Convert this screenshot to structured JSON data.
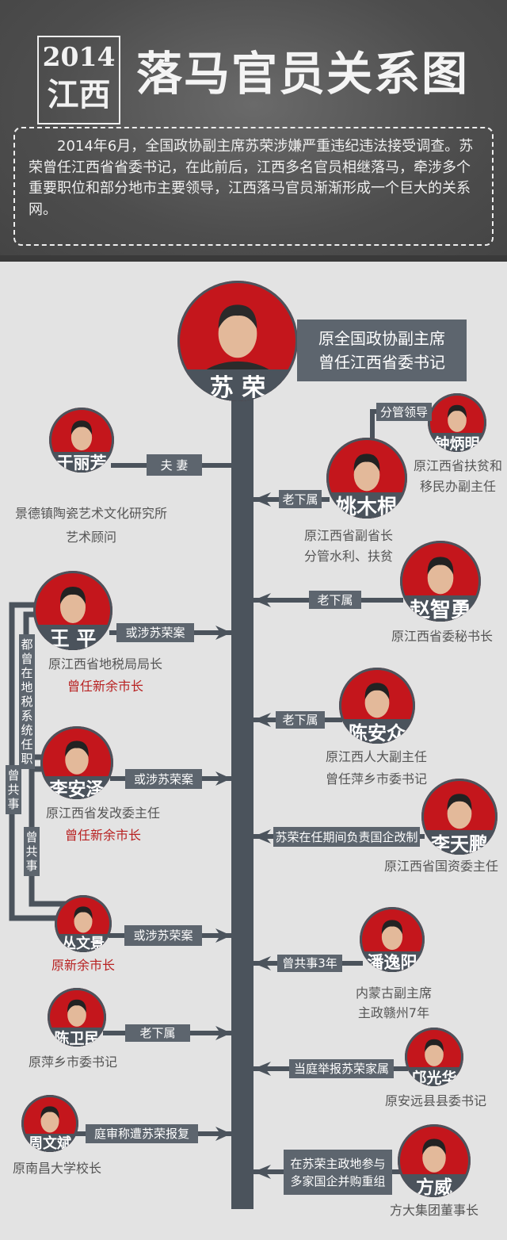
{
  "header": {
    "year": "2014",
    "province": "江西",
    "title": "落马官员关系图",
    "intro": "2014年6月，全国政协副主席苏荣涉嫌严重违纪违法接受调查。苏荣曾任江西省省委书记，在此前后，江西多名官员相继落马，牵涉多个重要职位和部分地市主要领导，江西落马官员渐渐形成一个巨大的关系网。"
  },
  "center": {
    "name": "苏 荣",
    "titles": [
      "原全国政协副主席",
      "曾任江西省委书记"
    ]
  },
  "people": [
    {
      "id": "yu-lifang",
      "name": "于丽芳",
      "link": "夫 妻",
      "captions": [
        "景德镇陶瓷艺术文化研究所",
        "艺术顾问"
      ]
    },
    {
      "id": "zhong-bingming",
      "name": "钟炳明",
      "link": "分管领导",
      "captions": [
        "原江西省扶贫和",
        "移民办副主任"
      ]
    },
    {
      "id": "yao-mugen",
      "name": "姚木根",
      "link": "老下属",
      "captions": [
        "原江西省副省长",
        "分管水利、扶贫"
      ]
    },
    {
      "id": "zhao-zhiyong",
      "name": "赵智勇",
      "link": "老下属",
      "captions": [
        "原江西省委秘书长"
      ]
    },
    {
      "id": "wang-ping",
      "name": "王 平",
      "link": "或涉苏荣案",
      "captions": [
        "原江西省地税局局长"
      ],
      "red_captions": [
        "曾任新余市长"
      ]
    },
    {
      "id": "chen-anzhong",
      "name": "陈安众",
      "link": "老下属",
      "captions": [
        "原江西人大副主任",
        "曾任萍乡市委书记"
      ]
    },
    {
      "id": "li-anze",
      "name": "李安泽",
      "link": "或涉苏荣案",
      "captions": [
        "原江西省发改委主任"
      ],
      "red_captions": [
        "曾任新余市长"
      ]
    },
    {
      "id": "li-tianpeng",
      "name": "李天鹏",
      "link": "苏荣在任期间负责国企改制",
      "captions": [
        "原江西省国资委主任"
      ]
    },
    {
      "id": "cong-wenjing",
      "name": "丛文景",
      "link": "或涉苏荣案",
      "captions": [],
      "red_captions": [
        "原新余市长"
      ]
    },
    {
      "id": "pan-yiyang",
      "name": "潘逸阳",
      "link": "曾共事3年",
      "captions": [
        "内蒙古副主席",
        "主政赣州7年"
      ]
    },
    {
      "id": "chen-weimin",
      "name": "陈卫民",
      "link": "老下属",
      "captions": [
        "原萍乡市委书记"
      ]
    },
    {
      "id": "kuang-guanghua",
      "name": "邝光华",
      "link": "当庭举报苏荣家属",
      "captions": [
        "原安远县县委书记"
      ]
    },
    {
      "id": "zhou-wenbin",
      "name": "周文斌",
      "link": "庭审称遭苏荣报复",
      "captions": [
        "原南昌大学校长"
      ]
    },
    {
      "id": "fang-wei",
      "name": "方威",
      "link": "在苏荣主政地参与\n多家国企并购重组",
      "captions": [
        "方大集团董事长"
      ]
    }
  ],
  "side_links": {
    "tax_system": "都曾在地税系统任职",
    "coworked_outer": "曾共事",
    "coworked_inner": "曾共事"
  },
  "colors": {
    "accent_red": "#c4161c",
    "dark": "#4b535c",
    "label_bg": "#5d656e",
    "red_text": "#b82222"
  }
}
